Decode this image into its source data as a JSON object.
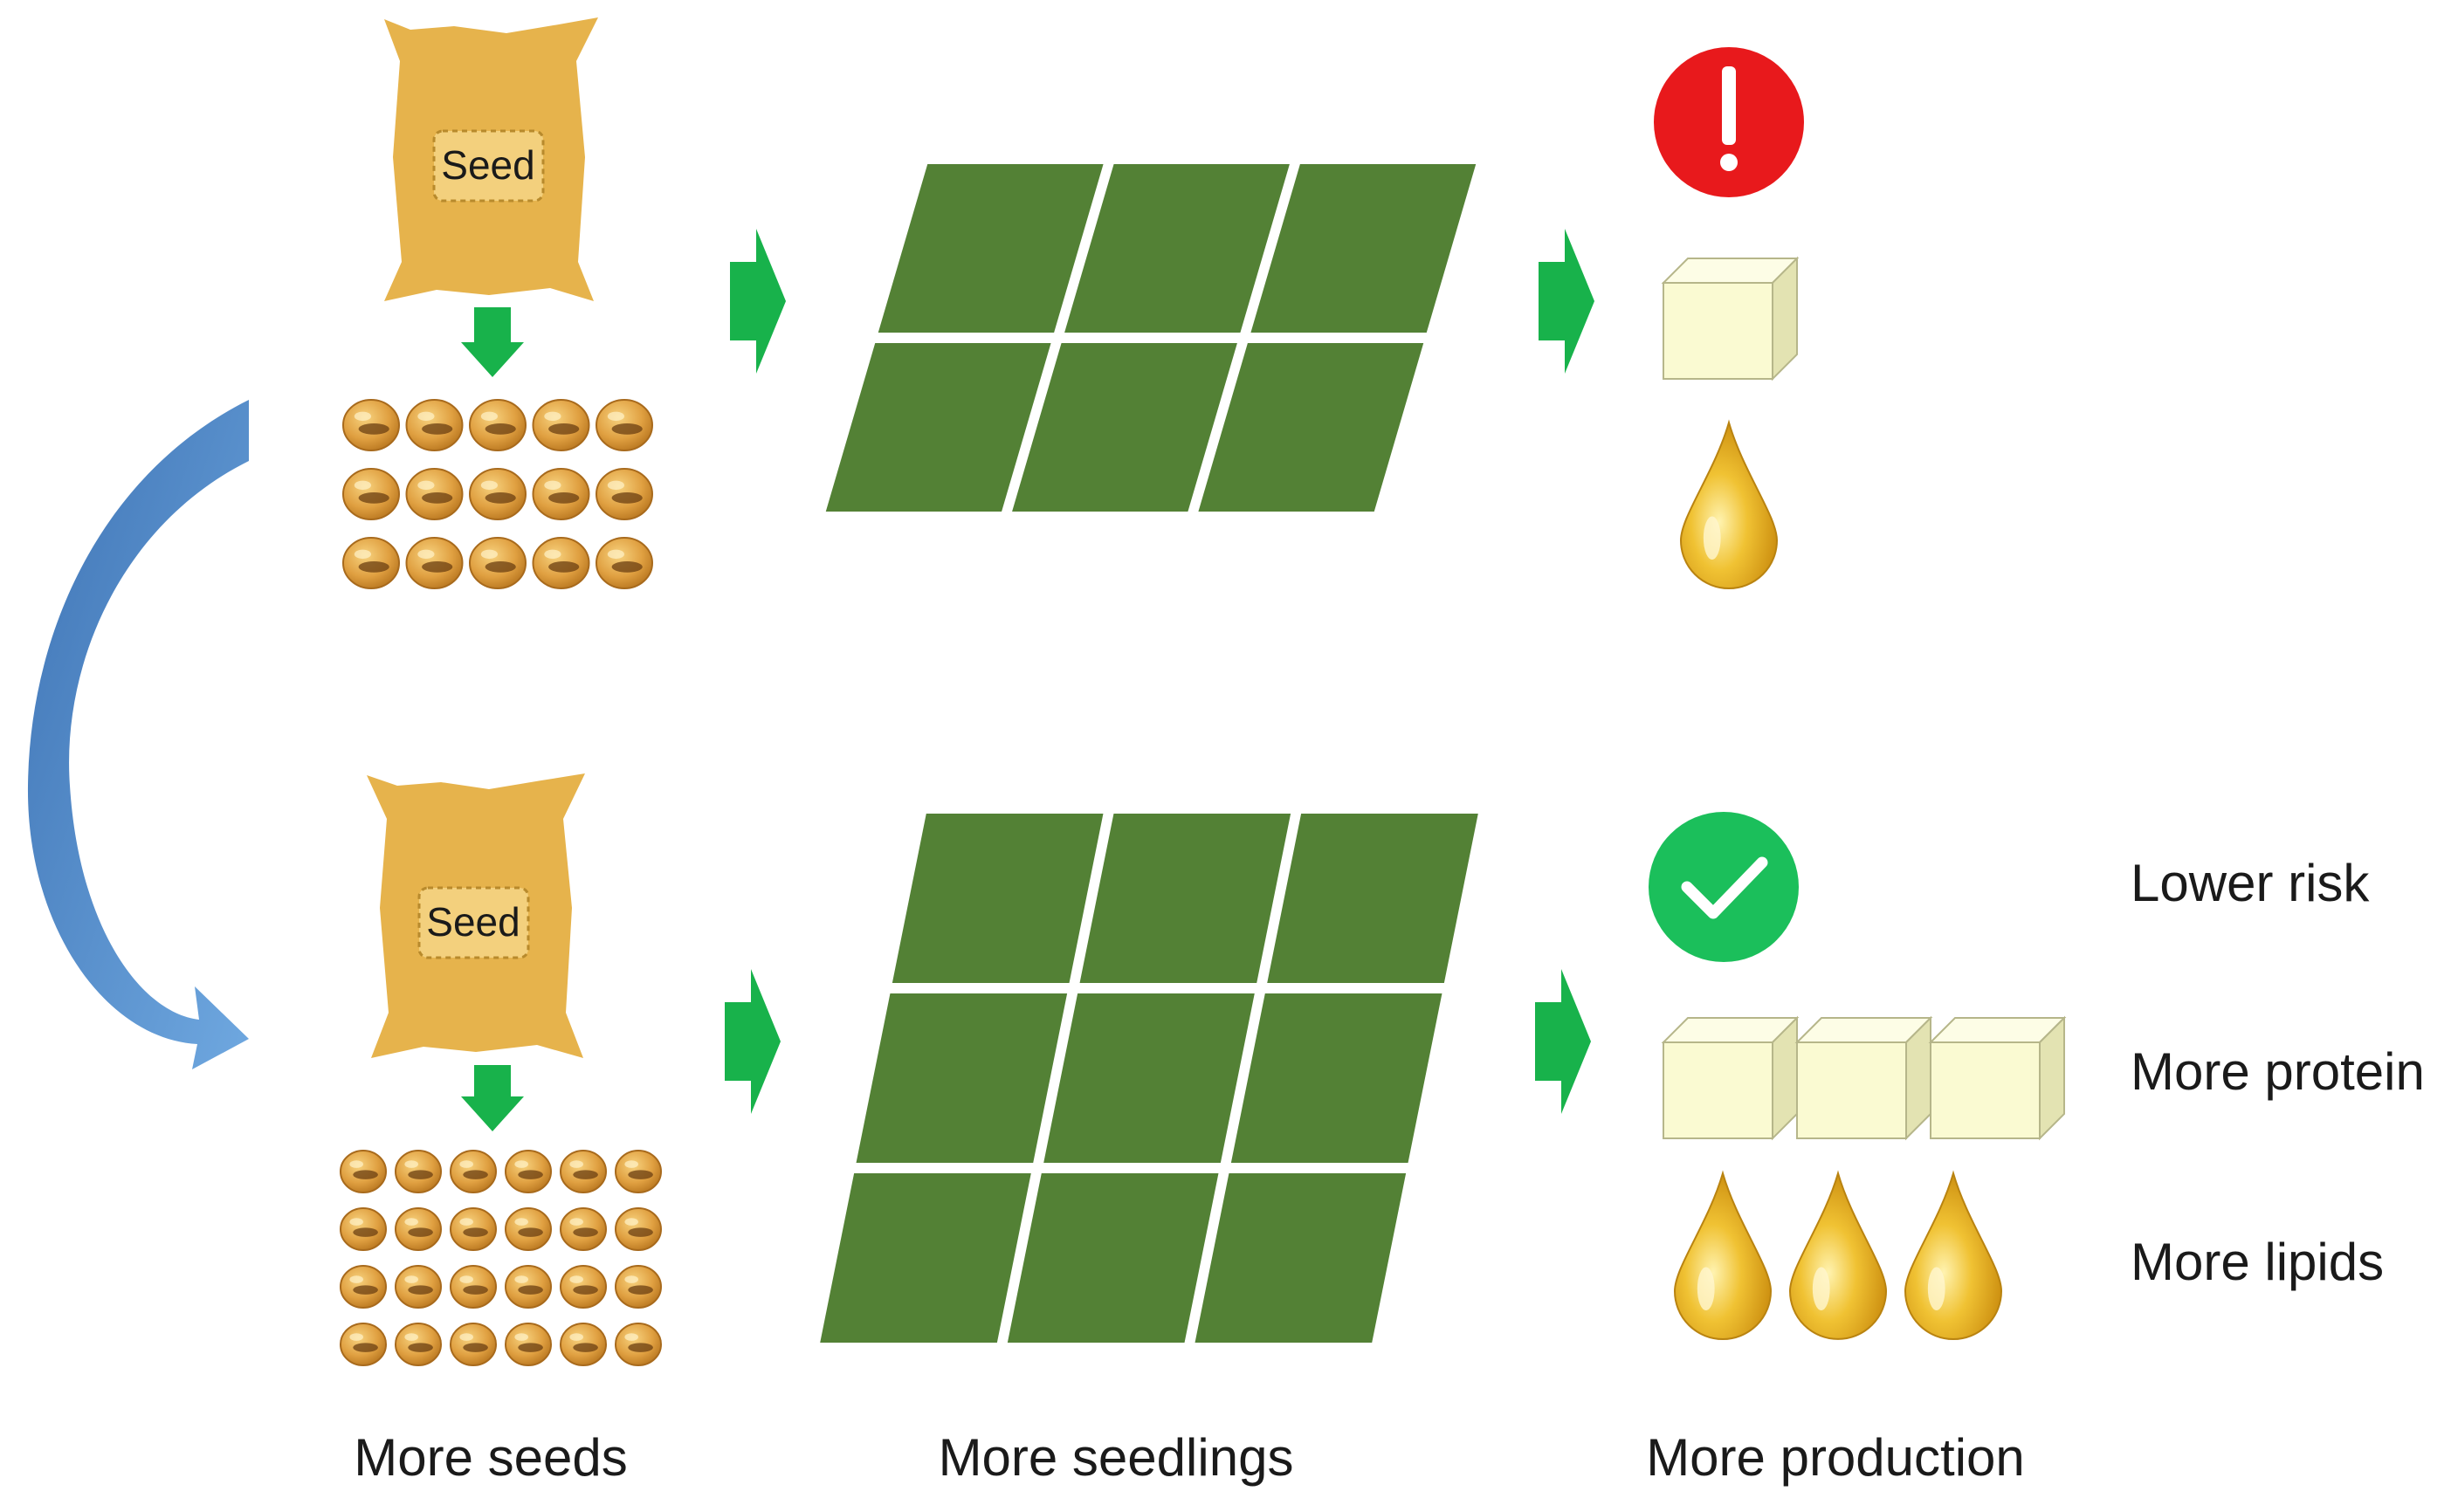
{
  "bag_label": "Seed",
  "outcomes": {
    "lower_risk": "Lower risk",
    "more_protein": "More protein",
    "more_lipids": "More lipids"
  },
  "captions": {
    "seeds": "More seeds",
    "seedlings": "More seedlings",
    "production": "More production"
  },
  "top_row": {
    "seed_rows": 3,
    "seed_cols": 5,
    "field_rows": 2,
    "field_cols": 3,
    "protein_blocks": 1,
    "oil_drops": 1,
    "status_icon": "exclamation-icon"
  },
  "bottom_row": {
    "seed_rows": 4,
    "seed_cols": 6,
    "field_rows": 3,
    "field_cols": 3,
    "protein_blocks": 3,
    "oil_drops": 3,
    "status_icon": "checkmark-icon"
  },
  "colors": {
    "bag": "#e6b34c",
    "seed": "#e0a041",
    "field": "#538135",
    "arrow_green": "#18b24b",
    "curve_arrow": "#5b9bd5",
    "warning_red": "#e8191c",
    "check_green": "#1bbf5b",
    "protein_cube": "#fafad2",
    "oil": "#e8b21e"
  }
}
